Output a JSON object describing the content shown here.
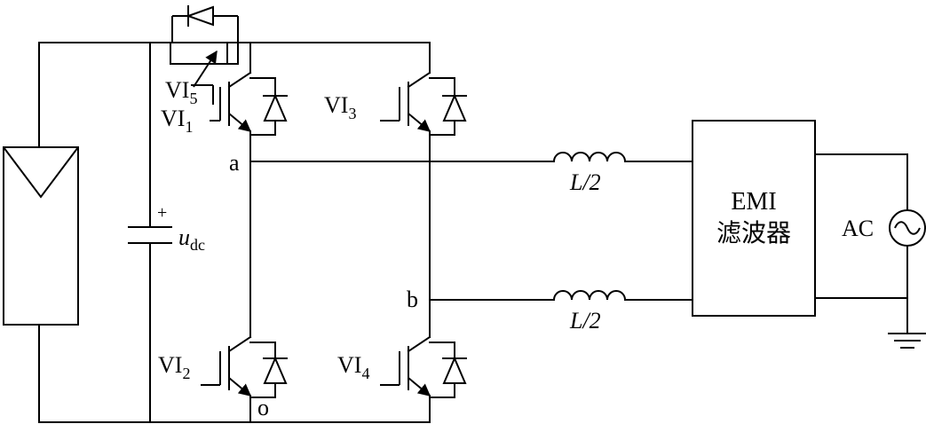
{
  "labels": {
    "vi1": "VI",
    "vi1_sub": "1",
    "vi2": "VI",
    "vi2_sub": "2",
    "vi3": "VI",
    "vi3_sub": "3",
    "vi4": "VI",
    "vi4_sub": "4",
    "vi5": "VI",
    "vi5_sub": "5",
    "node_a": "a",
    "node_b": "b",
    "node_o": "o",
    "cap_plus": "+",
    "cap_voltage": "u",
    "cap_voltage_sub": "dc",
    "inductor_top": "L/2",
    "inductor_bottom": "L/2",
    "filter_line1": "EMI",
    "filter_line2": "滤波器",
    "source": "AC"
  }
}
